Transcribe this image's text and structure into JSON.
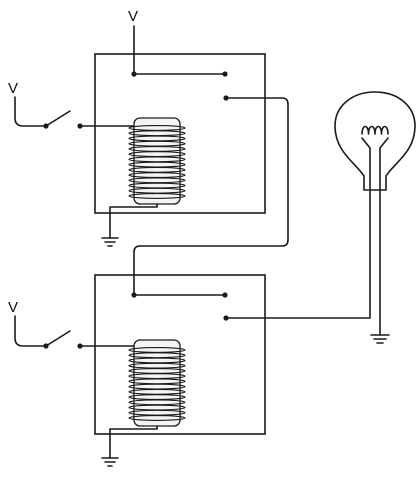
{
  "labels": {
    "voltage_top_relay": "V",
    "voltage_switch_1": "V",
    "voltage_switch_2": "V"
  },
  "relay_count": 2,
  "coil_turns_per_relay": 14,
  "lamp_filament_loops": 4
}
